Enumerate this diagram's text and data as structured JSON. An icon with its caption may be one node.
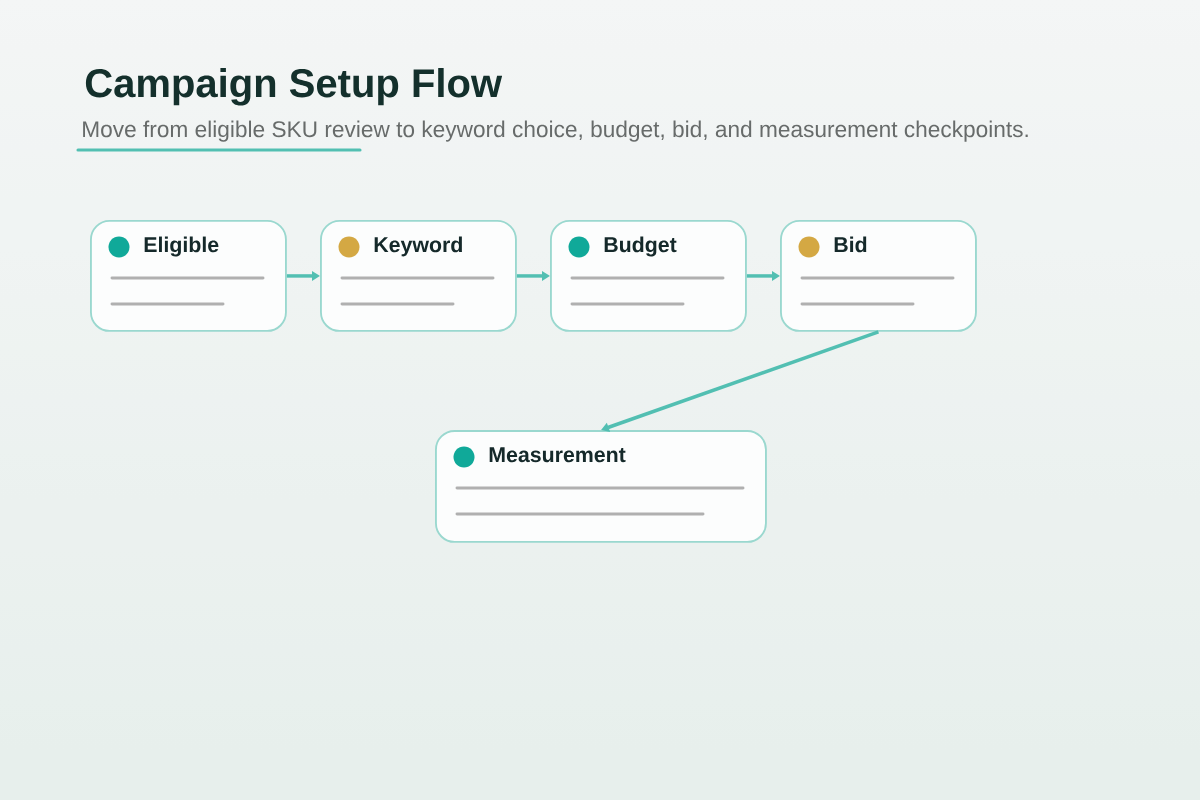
{
  "diagram": {
    "title": "Campaign Setup Flow",
    "nodes": [
      {
        "text": [
          "Eligible"
        ]
      },
      {
        "text": [
          "Keyword"
        ]
      },
      {
        "text": [
          "Budget"
        ]
      },
      {
        "text": [
          "Bid"
        ]
      },
      {
        "text": [
          "Measurement"
        ]
      }
    ],
    "edges": [
      {
        "from": 0,
        "to": 1,
        "arrow": "to"
      },
      {
        "from": 1,
        "to": 2,
        "arrow": "to"
      },
      {
        "from": 2,
        "to": 3,
        "arrow": "to"
      },
      {
        "from": 3,
        "to": 4,
        "arrow": "to"
      }
    ],
    "labels": [
      "Move from eligible SKU review to keyword choice, budget, bid, and measurement checkpoints."
    ]
  }
}
